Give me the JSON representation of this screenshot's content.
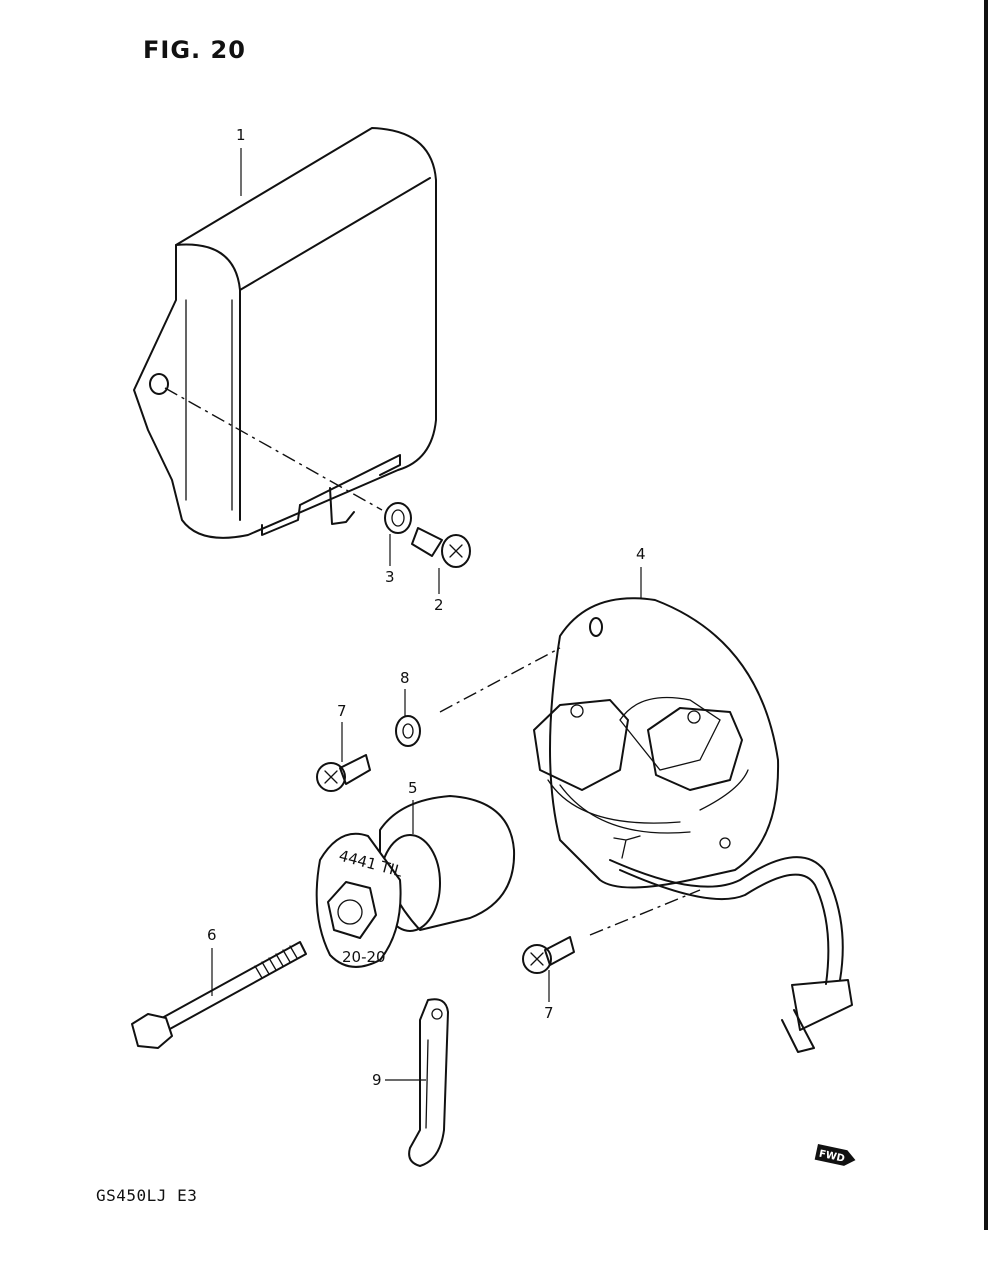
{
  "figure": {
    "title": "FIG. 20"
  },
  "model_code": "GS450LJ E3",
  "fwd_badge": "FWD",
  "callouts": [
    {
      "id": "c1",
      "label": "1"
    },
    {
      "id": "c2",
      "label": "2"
    },
    {
      "id": "c3",
      "label": "3"
    },
    {
      "id": "c4",
      "label": "4"
    },
    {
      "id": "c5",
      "label": "5"
    },
    {
      "id": "c6",
      "label": "6"
    },
    {
      "id": "c7a",
      "label": "7"
    },
    {
      "id": "c7b",
      "label": "7"
    },
    {
      "id": "c8",
      "label": "8"
    },
    {
      "id": "c9",
      "label": "9"
    }
  ],
  "part_markings": {
    "stamp_top": "4441 TIL",
    "stamp_bottom": "20-20"
  }
}
